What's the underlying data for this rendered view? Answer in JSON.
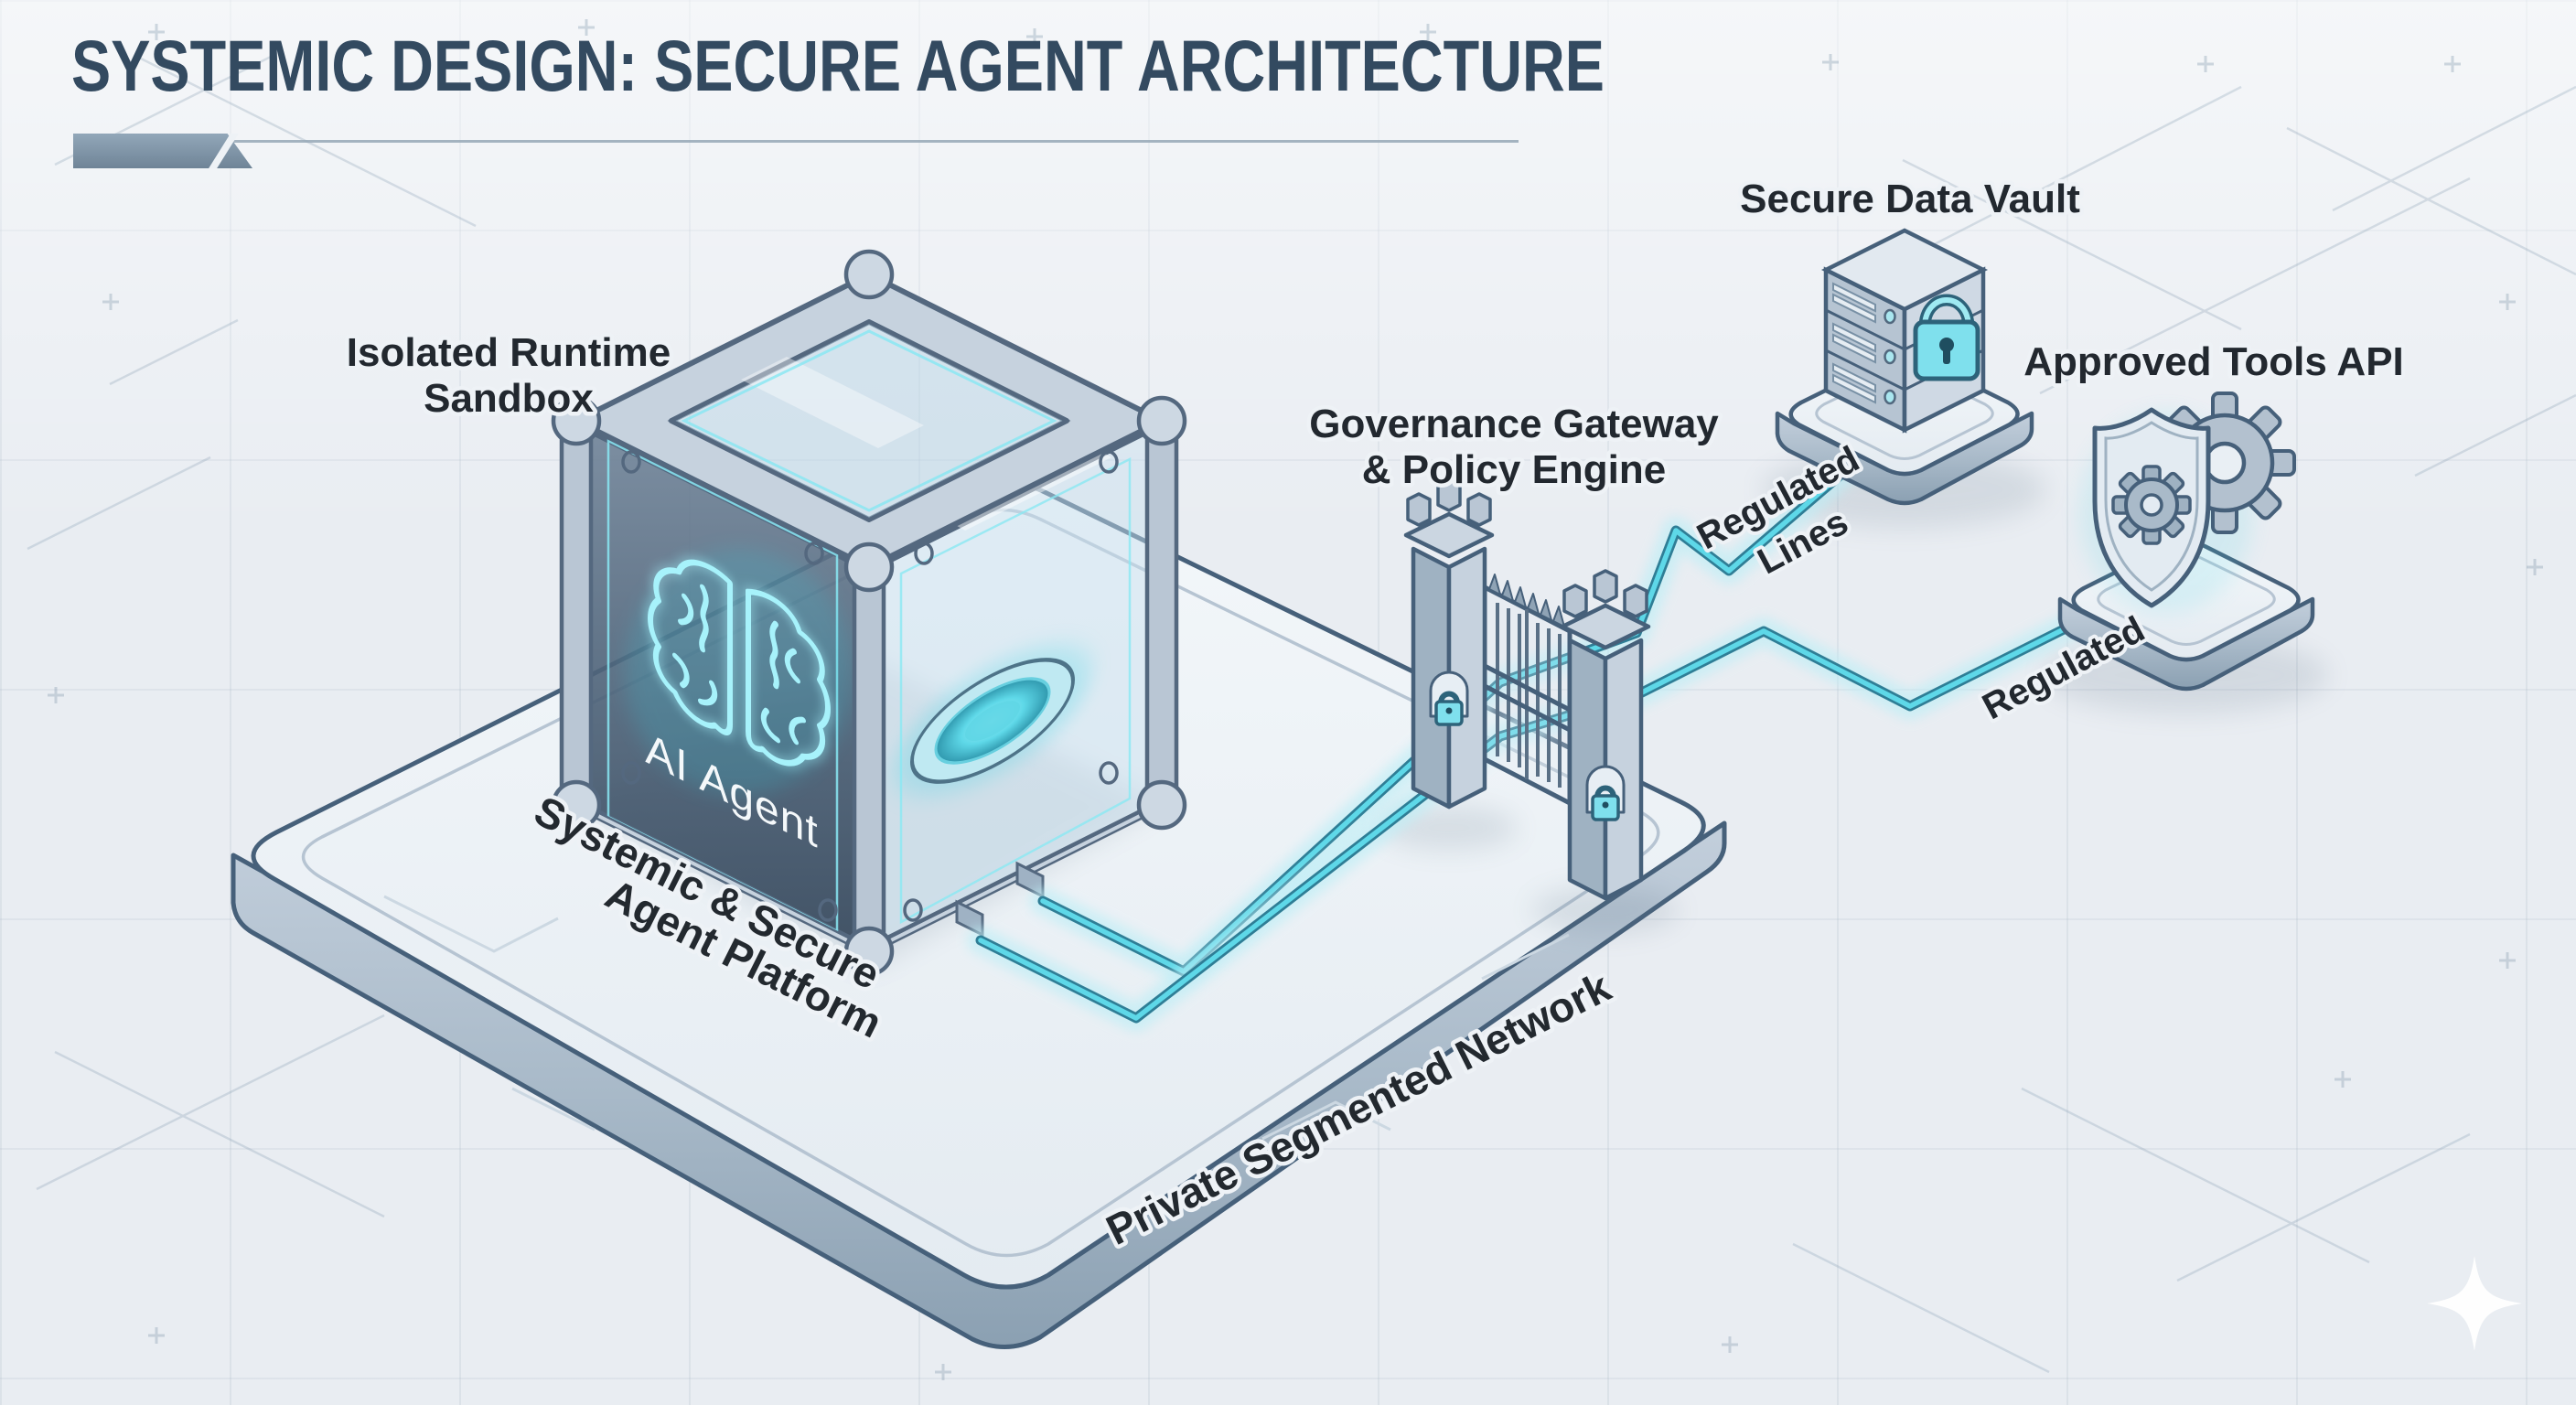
{
  "header": {
    "title": "SYSTEMIC DESIGN: SECURE AGENT ARCHITECTURE"
  },
  "nodes": {
    "sandbox": {
      "line1": "Isolated Runtime",
      "line2": "Sandbox"
    },
    "agent_cube": {
      "label": "AI Agent"
    },
    "platform": {
      "line1": "Systemic & Secure",
      "line2": "Agent Platform"
    },
    "network": {
      "label": "Private Segmented Network"
    },
    "gateway": {
      "line1": "Governance Gateway",
      "line2": "& Policy Engine"
    },
    "vault": {
      "label": "Secure Data Vault"
    },
    "tools_api": {
      "label": "Approved Tools API"
    }
  },
  "edges": {
    "vault_link": {
      "line1": "Regulated",
      "line2": "Lines"
    },
    "tools_link": {
      "label": "Regulated"
    }
  },
  "colors": {
    "background": "#e9edf2",
    "title": "#334a60",
    "label_ink": "#22282f",
    "outline": "#46607a",
    "metal_light": "#cdd8e3",
    "metal_mid": "#aebdcb",
    "metal_dark": "#8ba0b2",
    "panel_dark": "#4a5f75",
    "accent_cyan": "#49c7dc",
    "line_core": "#5ed8e8",
    "line_outline": "#2f7e96",
    "line_glow": "#bdeef6",
    "lock_teal": "#7fe0ed"
  },
  "icons": [
    "brain-icon",
    "padlock-icon",
    "castle-tower-icon",
    "gate-bars-icon",
    "server-stack-icon",
    "shield-icon",
    "gear-icon",
    "sparkle-icon"
  ]
}
